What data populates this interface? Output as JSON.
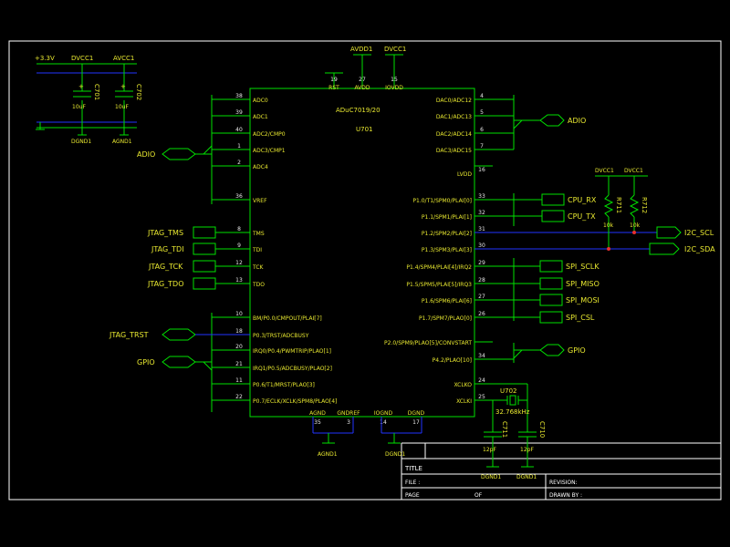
{
  "colors": {
    "background": "#000000",
    "wire": "#00e000",
    "bus": "#2233ff",
    "text": "#e8e830",
    "pin_number": "#e8e8e8",
    "border": "#ffffff"
  },
  "chip": {
    "part": "ADuC7019/20",
    "ref": "U701",
    "top_pins": [
      {
        "num": "19",
        "name": "RST",
        "net": ""
      },
      {
        "num": "27",
        "name": "AVDD",
        "net": "AVDD1"
      },
      {
        "num": "15",
        "name": "IOVDD",
        "net": "DVCC1"
      }
    ],
    "left_pins": [
      {
        "num": "38",
        "name": "ADC0",
        "net": ""
      },
      {
        "num": "39",
        "name": "ADC1",
        "net": ""
      },
      {
        "num": "40",
        "name": "ADC2/CMP0",
        "net": ""
      },
      {
        "num": "1",
        "name": "ADC3/CMP1",
        "net": ""
      },
      {
        "num": "2",
        "name": "ADC4",
        "net": ""
      },
      {
        "num": "36",
        "name": "VREF",
        "net": ""
      },
      {
        "num": "8",
        "name": "TMS",
        "net": "JTAG_TMS"
      },
      {
        "num": "9",
        "name": "TDI",
        "net": "JTAG_TDI"
      },
      {
        "num": "12",
        "name": "TCK",
        "net": "JTAG_TCK"
      },
      {
        "num": "13",
        "name": "TDO",
        "net": "JTAG_TDO"
      },
      {
        "num": "10",
        "name": "BM/P0.0/CMPOUT/PLAI[7]",
        "net": ""
      },
      {
        "num": "18",
        "name": "P0.3/TRST/ADCBUSY",
        "net": "JTAG_TRST"
      },
      {
        "num": "20",
        "name": "IRQ0/P0.4/PWMTRIP/PLAO[1]",
        "net": ""
      },
      {
        "num": "21",
        "name": "IRQ1/P0.5/ADCBUSY/PLAO[2]",
        "net": ""
      },
      {
        "num": "11",
        "name": "P0.6/T1/MRST/PLAO[3]",
        "net": ""
      },
      {
        "num": "22",
        "name": "P0.7/ECLK/XCLK/SPM8/PLAO[4]",
        "net": ""
      }
    ],
    "right_pins": [
      {
        "num": "4",
        "name": "DAC0/ADC12"
      },
      {
        "num": "5",
        "name": "DAC1/ADC13"
      },
      {
        "num": "6",
        "name": "DAC2/ADC14"
      },
      {
        "num": "7",
        "name": "DAC3/ADC15"
      },
      {
        "num": "16",
        "name": "LVDD"
      },
      {
        "num": "33",
        "name": "P1.0/T1/SPM0/PLAI[0]"
      },
      {
        "num": "32",
        "name": "P1.1/SPM1/PLAI[1]"
      },
      {
        "num": "31",
        "name": "P1.2/SPM2/PLAI[2]"
      },
      {
        "num": "30",
        "name": "P1.3/SPM3/PLAI[3]"
      },
      {
        "num": "29",
        "name": "P1.4/SPM4/PLAI[4]/IRQ2"
      },
      {
        "num": "28",
        "name": "P1.5/SPM5/PLAI[5]/IRQ3"
      },
      {
        "num": "27",
        "name": "P1.6/SPM6/PLAI[6]"
      },
      {
        "num": "26",
        "name": "P1.7/SPM7/PLAO[0]"
      },
      {
        "num": "",
        "name": "P2.0/SPM9/PLAO[5]/CONVSTART"
      },
      {
        "num": "34",
        "name": "P4.2/PLAO[10]"
      },
      {
        "num": "24",
        "name": "XCLKO"
      },
      {
        "num": "25",
        "name": "XCLKI"
      }
    ],
    "bottom_pins": [
      {
        "num": "35",
        "name": "AGND"
      },
      {
        "num": "3",
        "name": "GNDREF"
      },
      {
        "num": "14",
        "name": "IOGND"
      },
      {
        "num": "17",
        "name": "DGND"
      }
    ]
  },
  "power": {
    "supply_33": "+3.3V",
    "dvcc_a": "DVCC1",
    "avcc": "AVCC1",
    "dgnd": "DGND1",
    "agnd": "AGND1",
    "c701_ref": "C701",
    "c701_val": "10uF",
    "c702_ref": "C702",
    "c702_val": "10uF",
    "c_plus": "+"
  },
  "ports": {
    "adio_right": "ADIO",
    "adio_left": "ADIO",
    "cpu_rx": "CPU_RX",
    "cpu_tx": "CPU_TX",
    "i2c_scl": "I2C_SCL",
    "i2c_sda": "I2C_SDA",
    "spi_sclk": "SPI_SCLK",
    "spi_miso": "SPI_MISO",
    "spi_mosi": "SPI_MOSI",
    "spi_csl": "SPI_CSL",
    "gpio_right": "GPIO",
    "gpio_left": "GPIO",
    "jtag_tms": "JTAG_TMS",
    "jtag_tdi": "JTAG_TDI",
    "jtag_tck": "JTAG_TCK",
    "jtag_tdo": "JTAG_TDO",
    "jtag_trst": "JTAG_TRST"
  },
  "pullups": {
    "r1_ref": "R711",
    "r1_val": "10k",
    "r2_ref": "R712",
    "r2_val": "10k",
    "vcc1": "DVCC1",
    "vcc2": "DVCC1"
  },
  "crystal": {
    "ref": "U702",
    "freq": "32.768kHz",
    "c1_ref": "C711",
    "c1_val": "12pF",
    "c2_ref": "C710",
    "c2_val": "12pF",
    "gnd1": "DGND1",
    "gnd2": "DGND1"
  },
  "gnd_bottom": {
    "agnd": "AGND1",
    "dgnd": "DGND1"
  },
  "title_block": {
    "title": "TITLE",
    "file": "FILE :",
    "revision": "REVISION:",
    "page": "PAGE",
    "of": "OF",
    "drawn_by": "DRAWN BY :"
  }
}
